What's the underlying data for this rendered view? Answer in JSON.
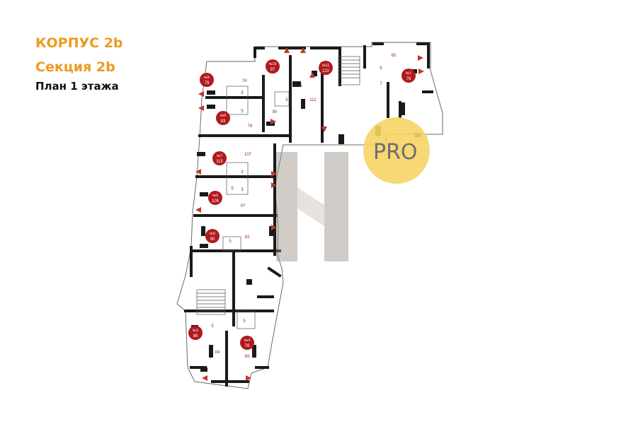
{
  "header": {
    "building": "КОРПУС 2b",
    "section": "Секция 2b",
    "floor_plan": "План 1 этажа"
  },
  "colors": {
    "accent": "#ee9a22",
    "unit_badge": "#b0191d",
    "wall": "#1a1a1a",
    "watermark_circle": "#f7d465"
  },
  "watermark": {
    "badge_text": "PRO"
  },
  "units": [
    {
      "id": "u9",
      "num": "№9",
      "area": "79"
    },
    {
      "id": "u8",
      "num": "№8",
      "area": "83"
    },
    {
      "id": "u7",
      "num": "№7",
      "area": "115"
    },
    {
      "id": "u6",
      "num": "№6",
      "area": "105"
    },
    {
      "id": "u5",
      "num": "№5",
      "area": "90"
    },
    {
      "id": "u10",
      "num": "№10",
      "area": "97"
    },
    {
      "id": "u11",
      "num": "№11",
      "area": "122"
    },
    {
      "id": "u1",
      "num": "№1",
      "area": "76"
    },
    {
      "id": "u3",
      "num": "№3",
      "area": "89"
    },
    {
      "id": "u4",
      "num": "№4",
      "area": "76"
    }
  ],
  "room_labels": [
    "74",
    "78",
    "107",
    "97",
    "83",
    "90",
    "112",
    "65",
    "84",
    "69"
  ],
  "small_labels": [
    "5",
    "5",
    "3",
    "3",
    "5",
    "5",
    "6",
    "6",
    "7",
    "5",
    "5",
    "5"
  ]
}
